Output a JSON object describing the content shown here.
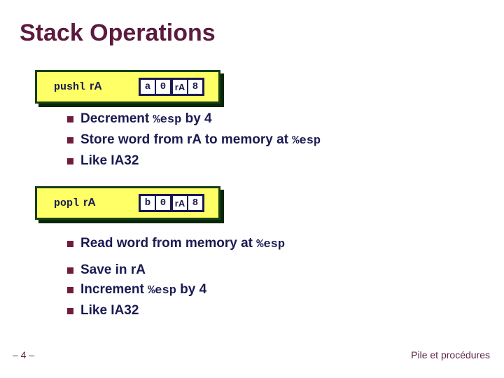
{
  "colors": {
    "title_maroon": "#5c1a3e",
    "body_navy": "#1a1a52",
    "bullet_maroon": "#701c3e",
    "box_fill_yellow": "#ffff66",
    "box_border_green": "#164016",
    "box_shadow": "#0a2608",
    "cell_fill": "#ffffff"
  },
  "slide": {
    "title": "Stack Operations",
    "page_number": "– 4 –",
    "footer": "Pile et procédures"
  },
  "push_box": {
    "mnemonic": "pushl",
    "operand": "rA",
    "encoding": {
      "c0": "a",
      "c1": "0",
      "c2": "rA",
      "c3": "8"
    }
  },
  "push_bullets": {
    "b1": {
      "pre": "Decrement ",
      "mono": "%esp",
      "post": " by 4"
    },
    "b2": {
      "pre": "Store word from rA to memory at ",
      "mono": "%esp",
      "post": ""
    },
    "b3": {
      "pre": "Like IA32",
      "mono": "",
      "post": ""
    }
  },
  "pop_box": {
    "mnemonic": "popl",
    "operand": "rA",
    "encoding": {
      "c0": "b",
      "c1": "0",
      "c2": "rA",
      "c3": "8"
    }
  },
  "pop_bullets": {
    "b1": {
      "pre": "Read word from memory at ",
      "mono": "%esp",
      "post": ""
    },
    "b2": {
      "pre": "Save in rA",
      "mono": "",
      "post": ""
    },
    "b3": {
      "pre": "Increment ",
      "mono": "%esp",
      "post": " by 4"
    },
    "b4": {
      "pre": "Like IA32",
      "mono": "",
      "post": ""
    }
  }
}
